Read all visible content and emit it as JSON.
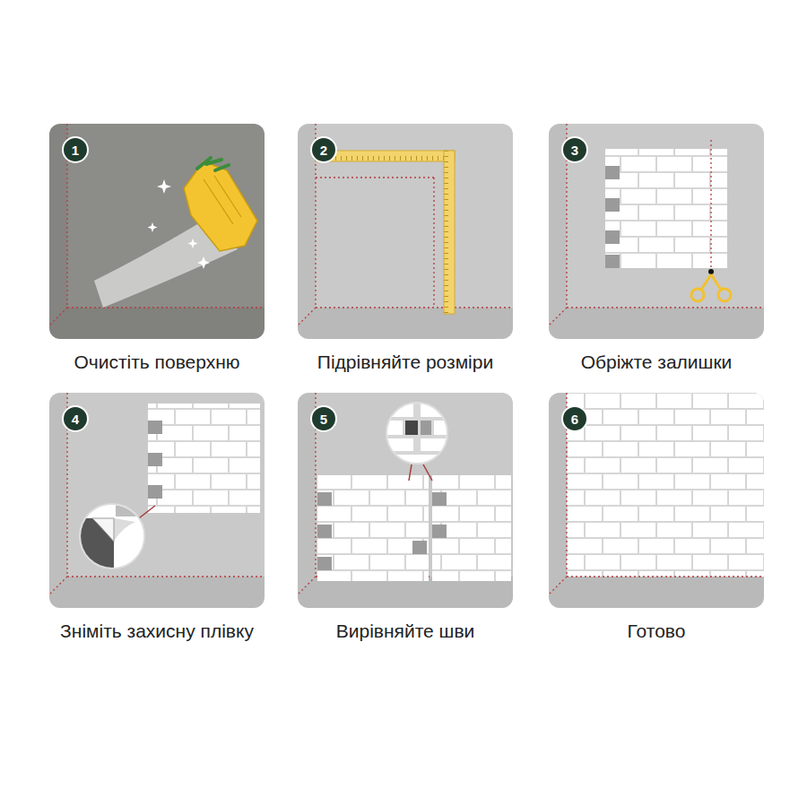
{
  "diagram": {
    "nodes": [
      {
        "text": [
          "Очистіть поверхню"
        ]
      },
      {
        "text": [
          "1"
        ],
        "in": 0
      },
      {
        "text": [
          "Підрівняйте розміри"
        ]
      },
      {
        "text": [
          "2"
        ],
        "in": 2
      },
      {
        "text": [
          "Обріжте залишки"
        ]
      },
      {
        "text": [
          "3"
        ],
        "in": 4
      },
      {
        "text": [
          "Зніміть захисну плівку"
        ]
      },
      {
        "text": [
          "4"
        ],
        "in": 6
      },
      {
        "text": [
          "Вирівняйте шви"
        ]
      },
      {
        "text": [
          "5"
        ],
        "in": 8
      },
      {
        "text": [
          "Готово"
        ]
      },
      {
        "text": [
          "6"
        ],
        "in": 10
      }
    ]
  }
}
